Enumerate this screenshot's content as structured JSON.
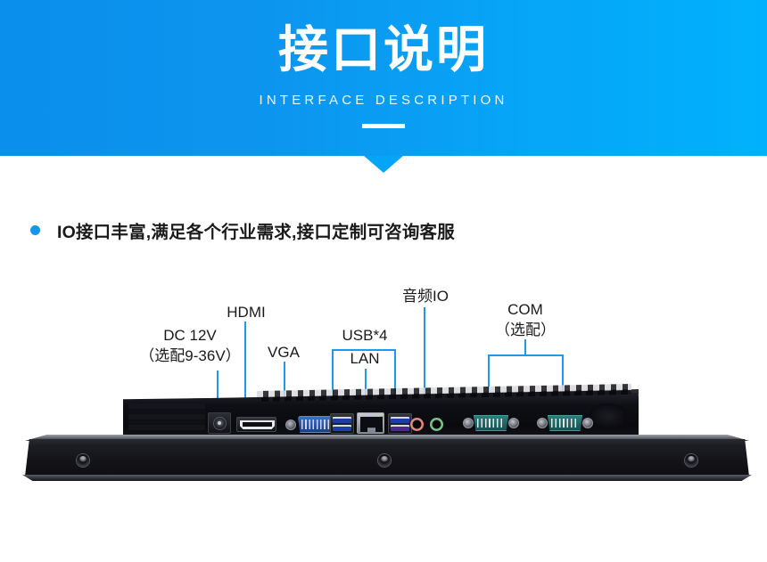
{
  "banner": {
    "title": "接口说明",
    "subtitle": "INTERFACE DESCRIPTION",
    "gradient_start": "#0a8fec",
    "gradient_end": "#01b1fd",
    "rule_color": "#ffffff",
    "arrow_color": "#04a4f6"
  },
  "feature": {
    "bullet_text": "IO接口丰富,满足各个行业需求,接口定制可咨询客服",
    "bullet_color": "#1596e8",
    "text_color": "#1a1a1a"
  },
  "diagram": {
    "leader_color": "#1d9bea",
    "labels": {
      "dc_line1": "DC 12V",
      "dc_line2": "（选配9-36V）",
      "hdmi": "HDMI",
      "vga": "VGA",
      "usb": "USB*4",
      "lan": "LAN",
      "audio": "音频IO",
      "com_line1": "COM",
      "com_line2": "（选配）"
    },
    "ports": [
      {
        "name": "dc-jack",
        "label": "DC 12V（选配9-36V）",
        "color": "#c9ccd2"
      },
      {
        "name": "hdmi-port",
        "label": "HDMI",
        "color": "#e9eaee"
      },
      {
        "name": "vga-port",
        "label": "VGA",
        "color": "#3d6fc4"
      },
      {
        "name": "usb-left",
        "label": "USB*4",
        "color": "#1b3fa8"
      },
      {
        "name": "lan-port",
        "label": "LAN",
        "color": "#c9ccd2"
      },
      {
        "name": "usb-right",
        "label": "USB*4",
        "color": "#4b2a8c"
      },
      {
        "name": "audio-mic",
        "label": "音频IO",
        "color": "#e2887e"
      },
      {
        "name": "audio-out",
        "label": "音频IO",
        "color": "#77c38a"
      },
      {
        "name": "com-port-1",
        "label": "COM（选配）",
        "color": "#2a7f7c"
      },
      {
        "name": "com-port-2",
        "label": "COM（选配）",
        "color": "#2a7f7c"
      }
    ]
  }
}
